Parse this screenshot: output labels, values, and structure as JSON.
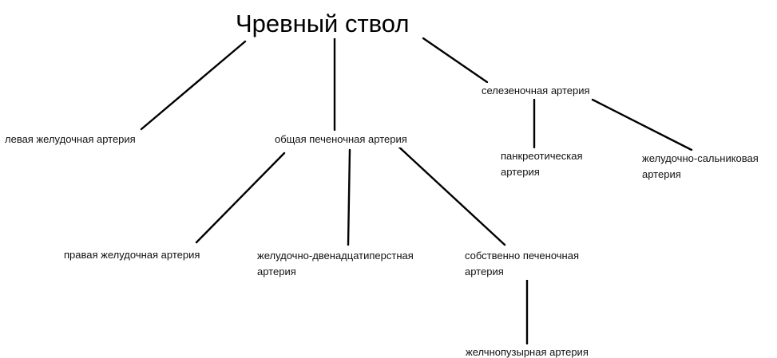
{
  "title": "Чревный ствол",
  "nodes": {
    "left_gastric": [
      "левая желудочная артерия"
    ],
    "common_hepatic": [
      "общая печеночная артерия"
    ],
    "splenic": [
      "селезеночная артерия"
    ],
    "pancreatic": [
      "панкреотическая",
      "артерия"
    ],
    "gastro_omental": [
      "желудочно-сальниковая",
      "артерия"
    ],
    "right_gastric": [
      "правая желудочная артерия"
    ],
    "gastroduodenal": [
      "желудочно-двенадцатиперстная",
      "артерия"
    ],
    "proper_hepatic": [
      "собственно печеночная",
      "артерия"
    ],
    "cystic": [
      "желчнопузырная артерия"
    ]
  },
  "colors": {
    "line": "#000000",
    "text": "#111111",
    "background": "#ffffff"
  }
}
